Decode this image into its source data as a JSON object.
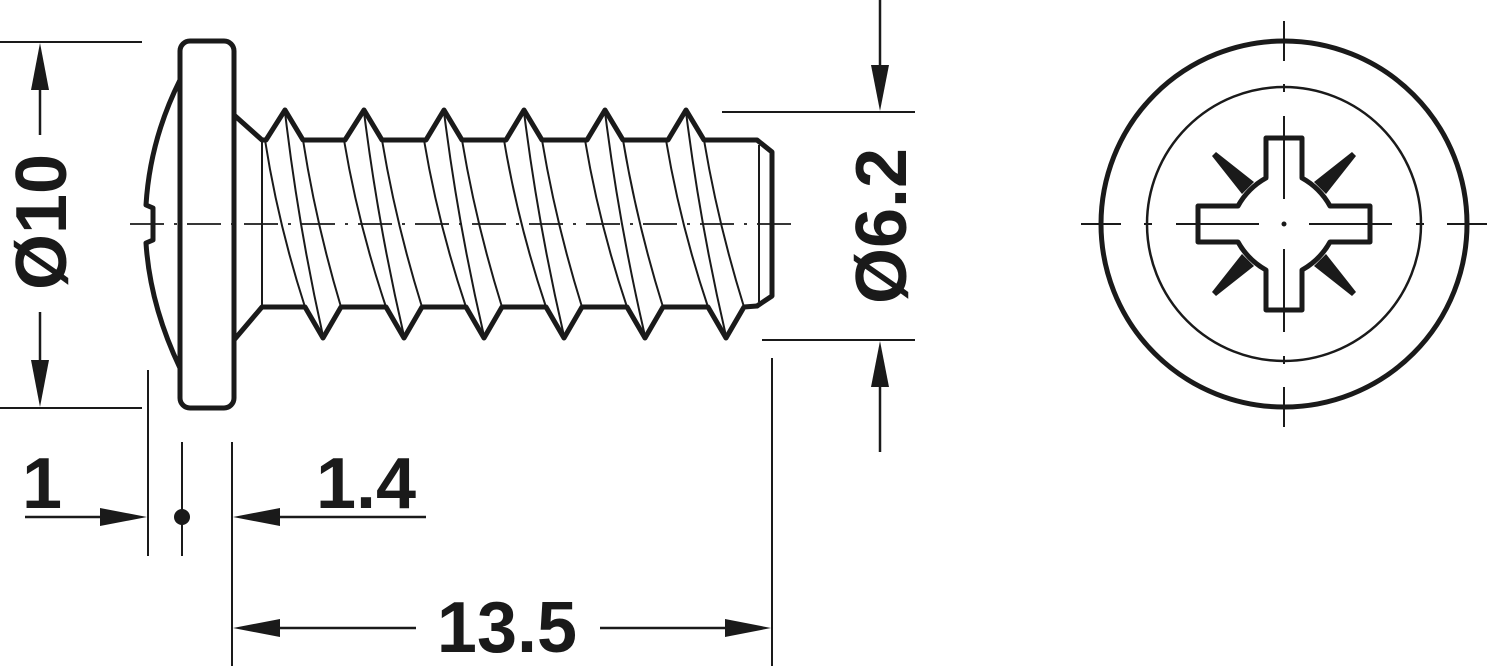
{
  "drawing": {
    "subject": "screw",
    "dimensions": {
      "head_diameter": "Ø10",
      "thread_diameter": "Ø6.2",
      "head_offset": "1",
      "head_thickness": "1.4",
      "length": "13.5"
    },
    "line_color": "#1a1a1a",
    "background": "#ffffff"
  }
}
